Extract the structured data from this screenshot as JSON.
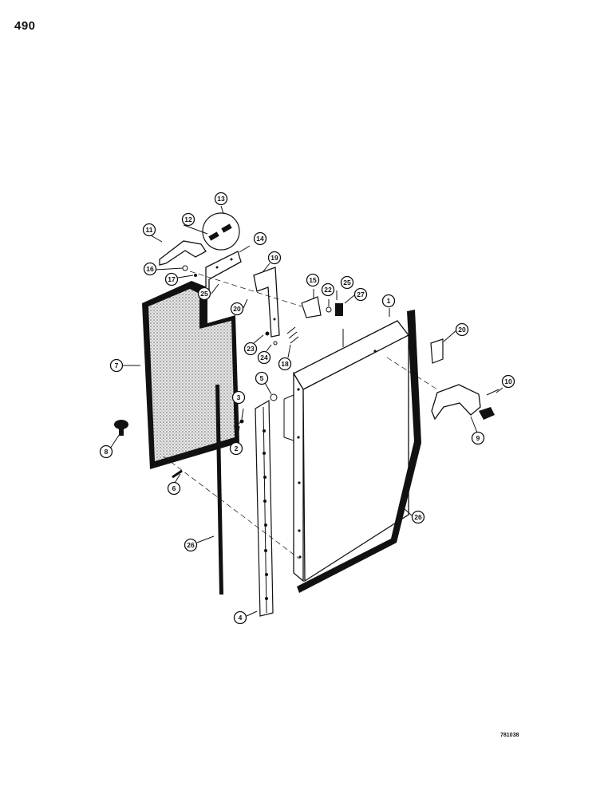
{
  "page_number": "490",
  "drawing_id": "781038",
  "callouts": [
    "1",
    "2",
    "3",
    "4",
    "5",
    "6",
    "7",
    "8",
    "9",
    "10",
    "11",
    "12",
    "13",
    "14",
    "15",
    "16",
    "17",
    "18",
    "19",
    "20",
    "20",
    "22",
    "23",
    "24",
    "25",
    "25",
    "26",
    "26",
    "27"
  ],
  "colors": {
    "ink": "#111111",
    "paper": "#ffffff",
    "foam": "#bdbdbd"
  }
}
